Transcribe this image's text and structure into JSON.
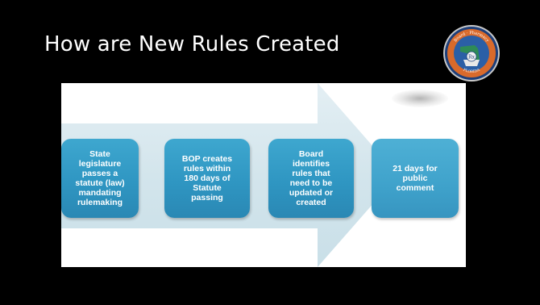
{
  "slide": {
    "title": "How are New Rules Created"
  },
  "seal": {
    "icon": "florida-board-of-pharmacy-seal-icon",
    "text_top": "Board · Pharmacy",
    "text_bottom": "FLORIDA",
    "center_glyph": "Rx"
  },
  "diagram": {
    "steps": [
      {
        "label": "State\nlegislature\npasses a\nstatute (law)\nmandating\nrulemaking"
      },
      {
        "label": "BOP creates\nrules within\n180 days of\nStatute\npassing"
      },
      {
        "label": "Board\nidentifies\nrules that\nneed to be\nupdated or\ncreated"
      },
      {
        "label": "21 days for\npublic\ncomment"
      }
    ],
    "colors": {
      "box": "#3399c6",
      "arrow": "#dce9ef"
    }
  }
}
